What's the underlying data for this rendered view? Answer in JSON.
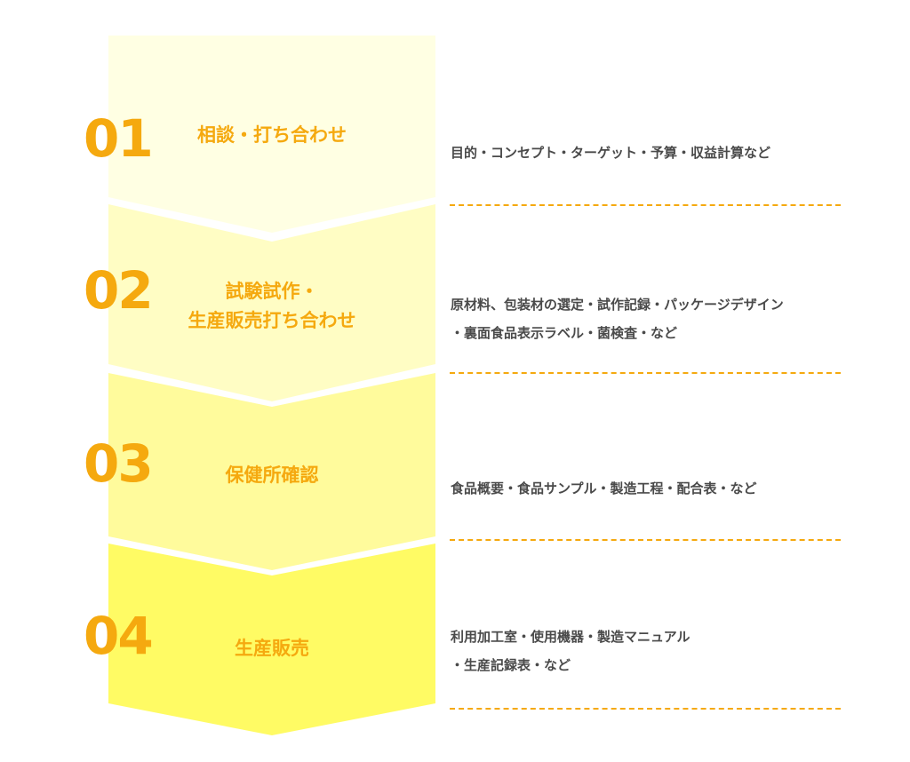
{
  "colors": {
    "accent": "#f5a90f",
    "text": "#4a4a4a",
    "step_fills": [
      "#ffffe3",
      "#fffdc4",
      "#fffb9c",
      "#fffb64"
    ]
  },
  "steps": [
    {
      "number": "01",
      "title": "相談・打ち合わせ",
      "description": "目的・コンセプト・ターゲット・予算・収益計算など"
    },
    {
      "number": "02",
      "title": "試験試作・\n生産販売打ち合わせ",
      "description": "原材料、包装材の選定・試作記録・パッケージデザイン\n・裏面食品表示ラベル・菌検査・など"
    },
    {
      "number": "03",
      "title": "保健所確認",
      "description": "食品概要・食品サンプル・製造工程・配合表・など"
    },
    {
      "number": "04",
      "title": "生産販売",
      "description": "利用加工室・使用機器・製造マニュアル\n・生産記録表・など"
    }
  ]
}
